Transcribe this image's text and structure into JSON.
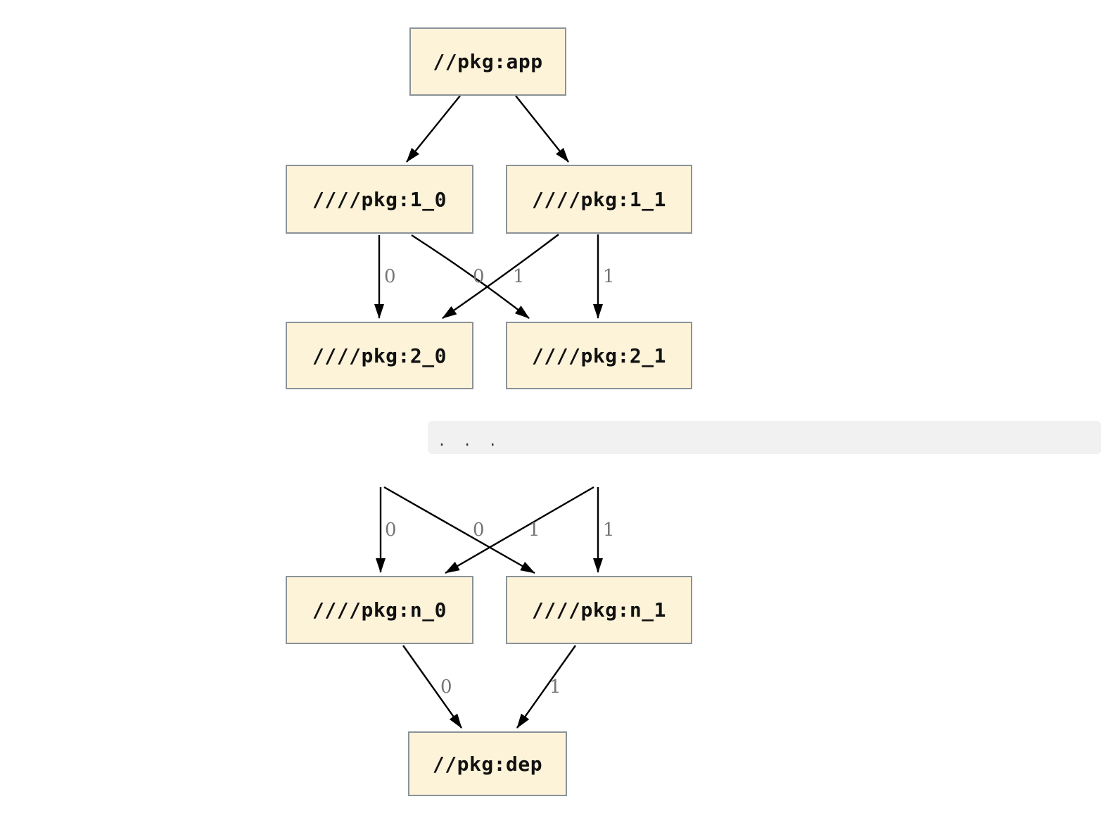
{
  "diagram": {
    "type": "dependency-graph",
    "nodes": {
      "app": {
        "label": "//pkg:app"
      },
      "1_0": {
        "label": "////pkg:1_0"
      },
      "1_1": {
        "label": "////pkg:1_1"
      },
      "2_0": {
        "label": "////pkg:2_0"
      },
      "2_1": {
        "label": "////pkg:2_1"
      },
      "n_0": {
        "label": "////pkg:n_0"
      },
      "n_1": {
        "label": "////pkg:n_1"
      },
      "dep": {
        "label": "//pkg:dep"
      }
    },
    "edges": [
      {
        "from": "app",
        "to": "1_0",
        "label": ""
      },
      {
        "from": "app",
        "to": "1_1",
        "label": ""
      },
      {
        "from": "1_0",
        "to": "2_0",
        "label": "0"
      },
      {
        "from": "1_0",
        "to": "2_1",
        "label": "1"
      },
      {
        "from": "1_1",
        "to": "2_0",
        "label": "0"
      },
      {
        "from": "1_1",
        "to": "2_1",
        "label": "1"
      },
      {
        "from": "",
        "to": "n_0",
        "label": "0"
      },
      {
        "from": "",
        "to": "n_1",
        "label": "1"
      },
      {
        "from": "",
        "to": "n_0",
        "label": "0"
      },
      {
        "from": "",
        "to": "n_1",
        "label": "1"
      },
      {
        "from": "n_0",
        "to": "dep",
        "label": "0"
      },
      {
        "from": "n_1",
        "to": "dep",
        "label": "1"
      }
    ],
    "ellipsis_text": ".  .  .",
    "colors": {
      "node_fill": "#fcf3d8",
      "node_border": "#8b9298",
      "node_text": "#111111",
      "edge": "#000000",
      "edge_label": "#757575",
      "band_background": "#f1f1f1",
      "band_text": "#333333",
      "page_background": "#ffffff"
    }
  }
}
